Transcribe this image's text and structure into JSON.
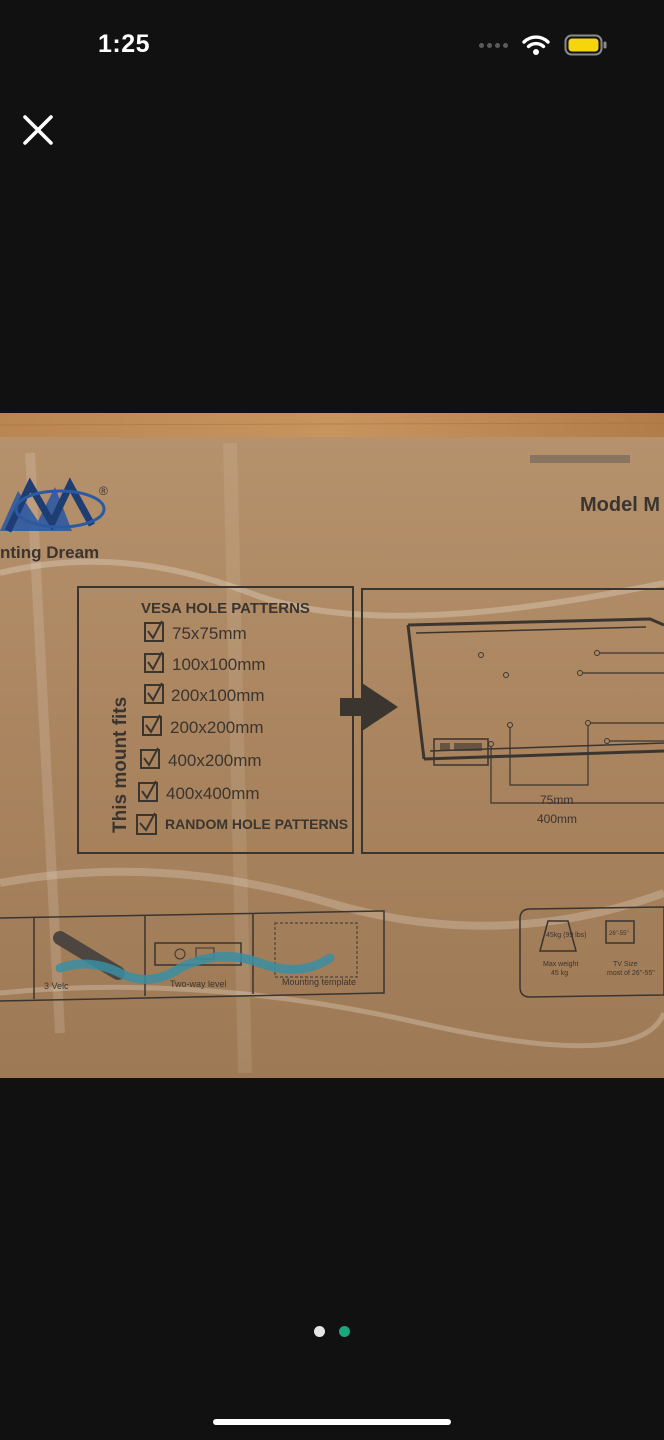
{
  "status_bar": {
    "time": "1:25",
    "battery_color": "#f5d60c"
  },
  "viewer": {
    "close_icon": "close-icon",
    "page_count": 2,
    "current_page": 2,
    "active_dot_color": "#1aa87a",
    "inactive_dot_color": "#e6e6e6"
  },
  "photo": {
    "brand": "nting Dream",
    "registered_mark": "®",
    "model_label": "Model M",
    "fits_label": "This mount fits",
    "vesa_title": "VESA HOLE PATTERNS",
    "vesa_items": [
      "75x75mm",
      "100x100mm",
      "200x100mm",
      "200x200mm",
      "400x200mm",
      "400x400mm",
      "RANDOM HOLE PATTERNS"
    ],
    "dim_small": "75mm",
    "dim_large": "400mm",
    "accessories": [
      "3 Velc",
      "Two-way level",
      "Mounting template"
    ],
    "weight_badge": "45kg\n(99 lbs)",
    "max_weight_label": "Max weight",
    "max_weight_value": "45 kg",
    "tv_size_badge": "26\"-55\"",
    "tv_size_label": "TV Size",
    "tv_size_value": "most of 26\"-55\""
  }
}
